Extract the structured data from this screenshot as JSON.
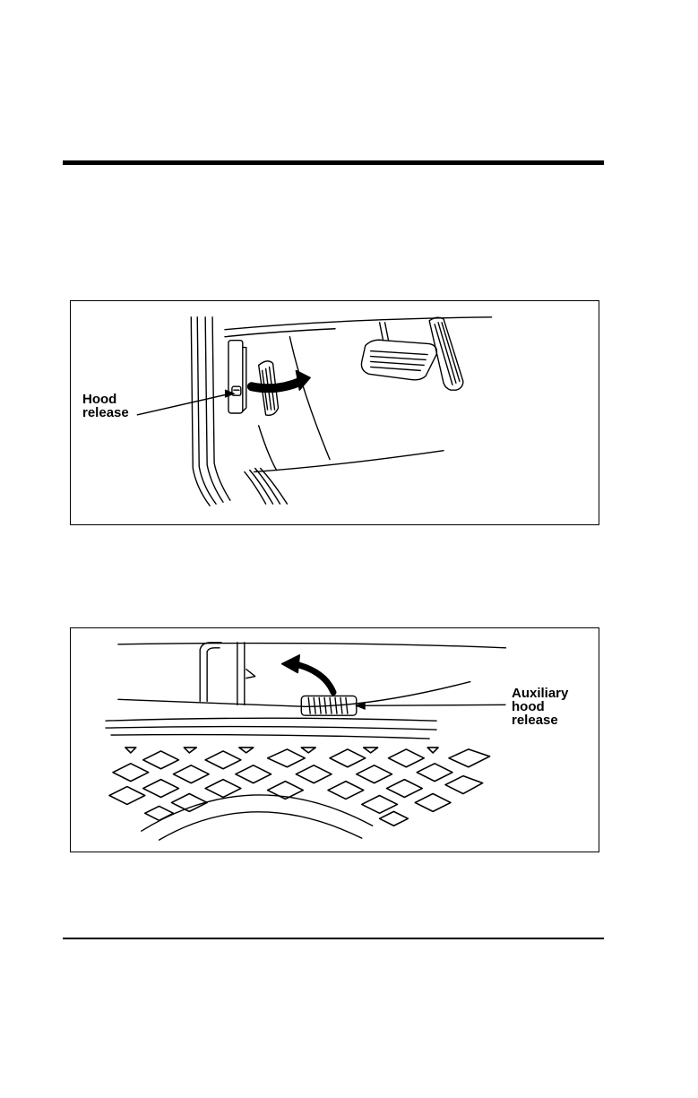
{
  "figures": [
    {
      "callout": {
        "lines": [
          "Hood",
          "release"
        ]
      }
    },
    {
      "callout": {
        "lines": [
          "Auxiliary",
          "hood",
          "release"
        ]
      }
    }
  ],
  "colors": {
    "ink": "#000000",
    "paper": "#ffffff"
  }
}
